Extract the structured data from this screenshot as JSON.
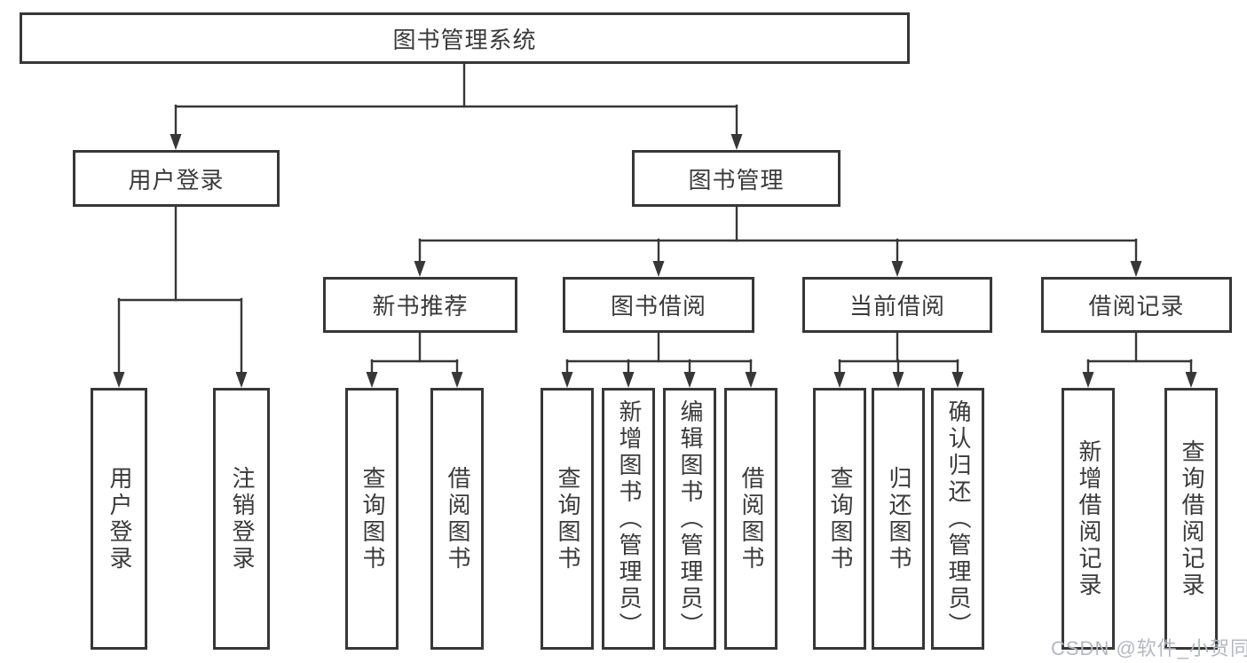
{
  "colors": {
    "line": "#373737",
    "text": "#3a3a3a",
    "background": "#ffffff",
    "watermark": "#b4b8be"
  },
  "watermark": {
    "text": "CSDN @软件_小贺同学"
  },
  "tree": {
    "root": "图书管理系统",
    "login": {
      "label": "用户登录",
      "children": [
        "用户登录",
        "注销登录"
      ]
    },
    "mgmt": {
      "label": "图书管理",
      "sections": [
        {
          "label": "新书推荐",
          "children": [
            "查询图书",
            "借阅图书"
          ]
        },
        {
          "label": "图书借阅",
          "children": [
            "查询图书",
            "新增图书（管理员）",
            "编辑图书（管理员）",
            "借阅图书"
          ]
        },
        {
          "label": "当前借阅",
          "children": [
            "查询图书",
            "归还图书",
            "确认归还（管理员）"
          ]
        },
        {
          "label": "借阅记录",
          "children": [
            "新增借阅记录",
            "查询借阅记录"
          ]
        }
      ]
    }
  }
}
